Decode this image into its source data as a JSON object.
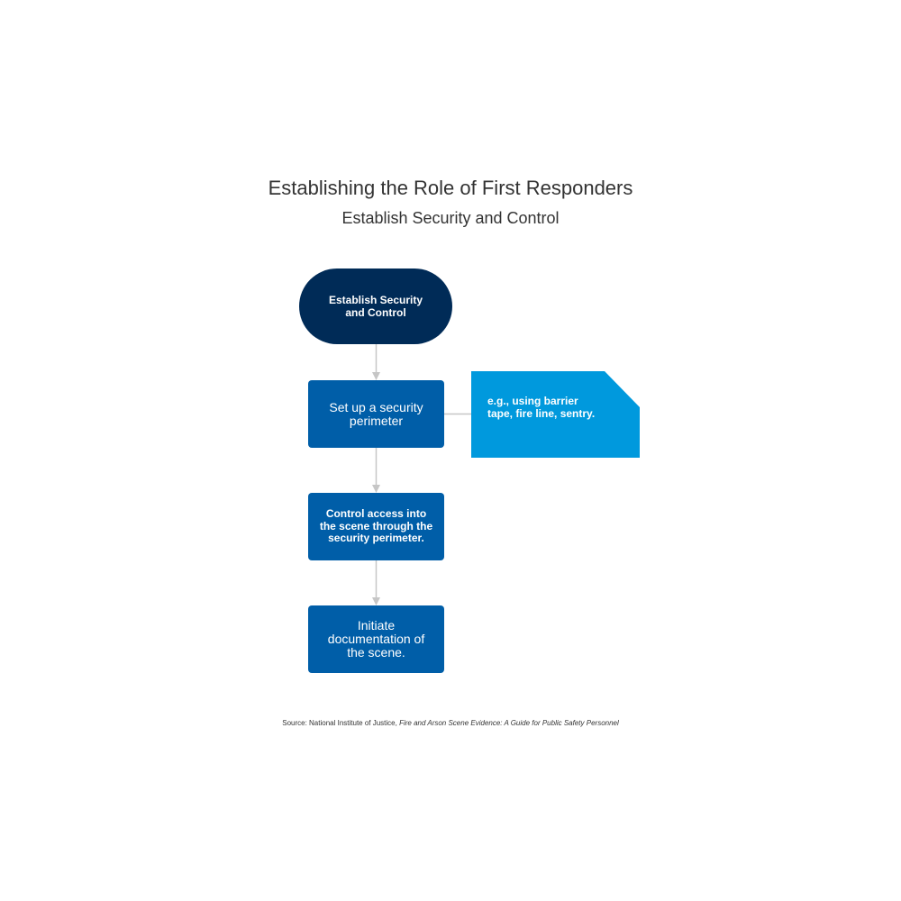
{
  "title": "Establishing the Role of First Responders",
  "subtitle": "Establish Security and Control",
  "nodes": {
    "start": "Establish Security and Control",
    "step1": "Set up a security perimeter",
    "step2": "Control access into the scene through the security perimeter.",
    "step3": "Initiate documentation of the scene."
  },
  "note": "e.g., using barrier tape, fire line, sentry.",
  "source": {
    "prefix": "Source:  National Institute of Justice, ",
    "publication": "Fire and Arson Scene Evidence: A Guide for Public Safety Personnel"
  },
  "colors": {
    "start_fill": "#002b57",
    "step_fill": "#005ea8",
    "note_fill": "#0099dd",
    "connector": "#c6c6c6",
    "text_dark": "#333333"
  }
}
